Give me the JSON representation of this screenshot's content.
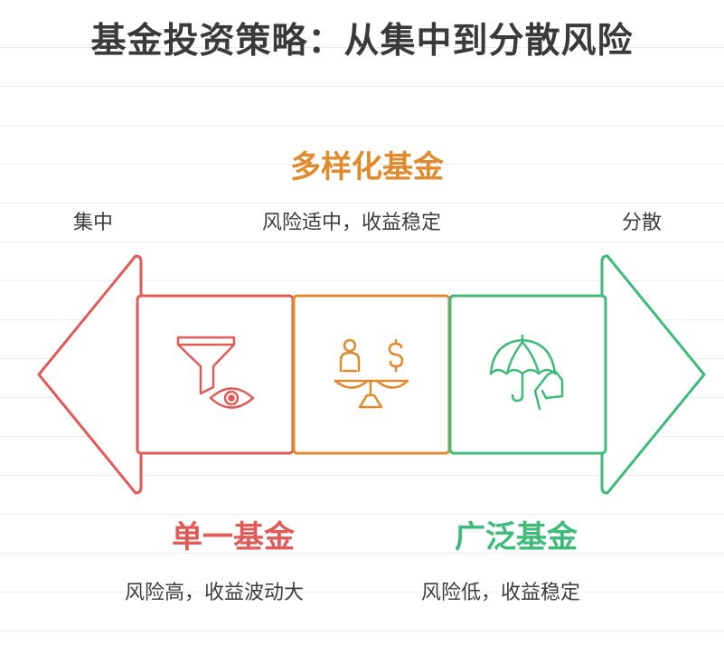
{
  "title": "基金投资策略：从集中到分散风险",
  "axis": {
    "left_label": "集中",
    "right_label": "分散"
  },
  "stages": [
    {
      "name": "单一基金",
      "description": "风险高，收益波动大",
      "color": "#e05a57",
      "icon": "funnel-eye-icon"
    },
    {
      "name": "多样化基金",
      "description": "风险适中，收益稳定",
      "color": "#e08a2c",
      "icon": "scale-person-dollar-icon"
    },
    {
      "name": "广泛基金",
      "description": "风险低，收益稳定",
      "color": "#3dbb78",
      "icon": "umbrella-hand-icon"
    }
  ]
}
